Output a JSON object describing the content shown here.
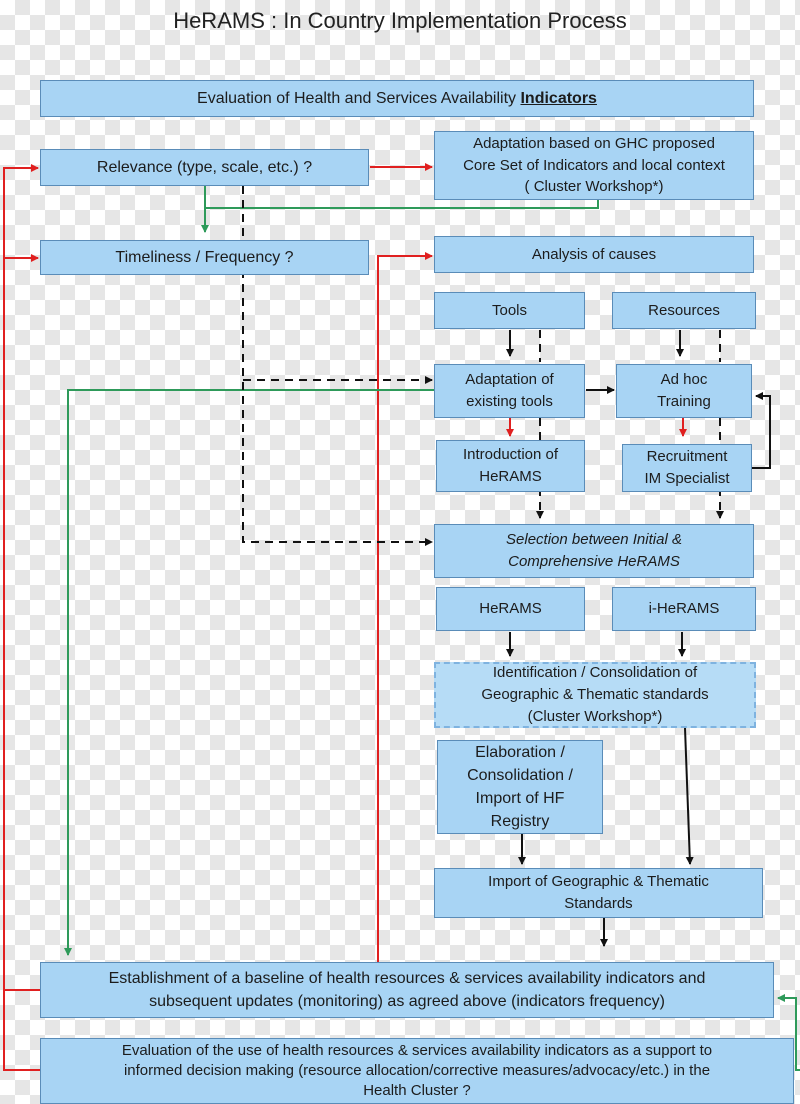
{
  "title": "HeRAMS : In Country Implementation Process",
  "boxes": {
    "evaluation_prefix": "Evaluation of Health and Services Availability ",
    "evaluation_emph": "Indicators",
    "relevance": "Relevance (type, scale, etc.) ?",
    "adaptation_ghc": "Adaptation based on GHC proposed\nCore Set of Indicators and local context\n( Cluster Workshop*)",
    "timeliness": "Timeliness / Frequency ?",
    "analysis_causes": "Analysis of causes",
    "tools": "Tools",
    "resources": "Resources",
    "adaptation_tools": "Adaptation of\nexisting tools",
    "adhoc_training": "Ad hoc\nTraining",
    "introduction_herams": "Introduction of\nHeRAMS",
    "recruitment": "Recruitment\nIM Specialist",
    "selection": "Selection between Initial &\nComprehensive HeRAMS",
    "herams": "HeRAMS",
    "i_herams": "i-HeRAMS",
    "identification": "Identification / Consolidation of\nGeographic & Thematic standards\n(Cluster Workshop*)",
    "elaboration": "Elaboration /\nConsolidation /\nImport of HF\nRegistry",
    "import_geo": "Import of Geographic & Thematic\nStandards",
    "establishment": "Establishment of a baseline of health resources & services availability indicators and\nsubsequent updates (monitoring) as agreed above (indicators frequency)",
    "evaluation_use": "Evaluation of the use of health resources & services availability indicators as a support to\ninformed decision making (resource allocation/corrective measures/advocacy/etc.) in the\nHealth Cluster ?"
  },
  "colors": {
    "box_fill": "#a8d4f4",
    "box_border": "#5a8cb8",
    "red_arrow": "#e02020",
    "green_arrow": "#2e9a5a",
    "black_arrow": "#111111"
  }
}
